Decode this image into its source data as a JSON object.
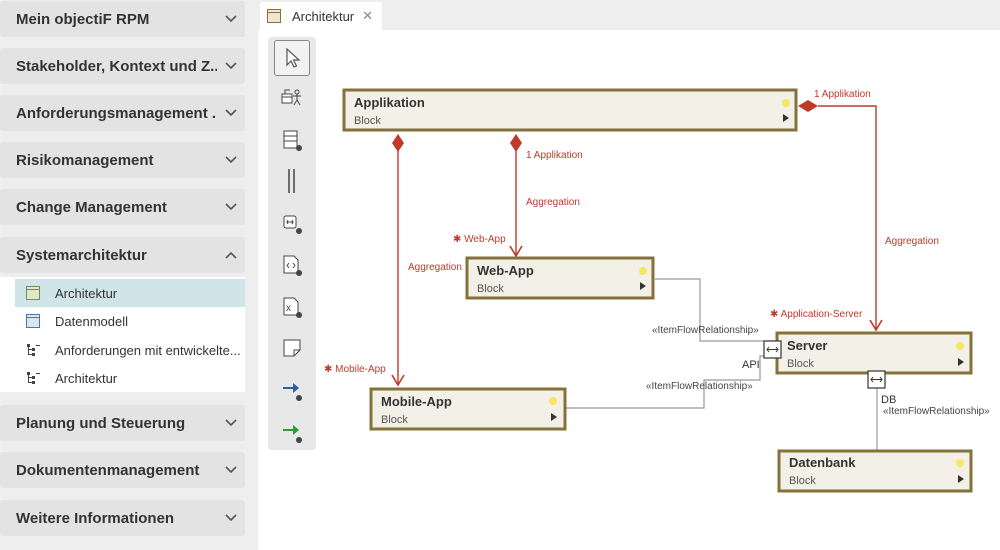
{
  "sidebar": {
    "sections": [
      {
        "label": "Mein objectiF RPM",
        "expanded": false
      },
      {
        "label": "Stakeholder, Kontext und Z...",
        "expanded": false
      },
      {
        "label": "Anforderungsmanagement ...",
        "expanded": false
      },
      {
        "label": "Risikomanagement",
        "expanded": false
      },
      {
        "label": "Change Management",
        "expanded": false
      },
      {
        "label": "Systemarchitektur",
        "expanded": true
      },
      {
        "label": "Planung und Steuerung",
        "expanded": false
      },
      {
        "label": "Dokumentenmanagement",
        "expanded": false
      },
      {
        "label": "Weitere Informationen",
        "expanded": false
      }
    ],
    "system_items": [
      {
        "label": "Architektur",
        "icon": "block-diagram-icon",
        "selected": true
      },
      {
        "label": "Datenmodell",
        "icon": "data-model-icon",
        "selected": false
      },
      {
        "label": "Anforderungen mit entwickelte...",
        "icon": "tree-list-icon",
        "selected": false
      },
      {
        "label": "Architektur",
        "icon": "tree-list-icon",
        "selected": false
      }
    ]
  },
  "tab": {
    "label": "Architektur",
    "close": "✕"
  },
  "palette": {
    "tools": [
      "pointer-icon",
      "actor-block-icon",
      "block-icon",
      "separator-icon",
      "port-icon",
      "interface-icon",
      "constraint-icon",
      "note-icon",
      "blue-arrow-icon",
      "green-arrow-icon"
    ]
  },
  "diagram": {
    "blocks": {
      "applikation": {
        "name": "Applikation",
        "type": "Block"
      },
      "webapp": {
        "name": "Web-App",
        "type": "Block"
      },
      "mobileapp": {
        "name": "Mobile-App",
        "type": "Block"
      },
      "server": {
        "name": "Server",
        "type": "Block"
      },
      "datenbank": {
        "name": "Datenbank",
        "type": "Block"
      }
    },
    "labels": {
      "applikation_right": "1 Applikation",
      "applikation_mid": "1 Applikation",
      "aggregation_1": "Aggregation",
      "aggregation_2": "Aggregation",
      "aggregation_3": "Aggregation",
      "webapp_role": "✱ Web-App",
      "mobileapp_role": "✱ Mobile-App",
      "server_role": "✱ Application-Server",
      "itemflow_1": "«ItemFlowRelationship»",
      "itemflow_2": "«ItemFlowRelationship»",
      "itemflow_3": "«ItemFlowRelationship»",
      "port_api": "API",
      "port_db": "DB"
    },
    "colors": {
      "block_fill": "#f3f0e8",
      "block_border": "#85713a",
      "aggregation": "#c0392b",
      "indicator": "#f5e663"
    }
  }
}
